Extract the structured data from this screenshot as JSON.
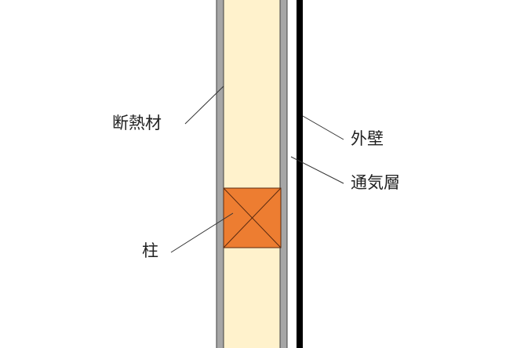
{
  "labels": {
    "insulation": "断熱材",
    "exterior_wall": "外壁",
    "air_layer": "通気層",
    "column": "柱"
  },
  "colors": {
    "board": "#a6a6a6",
    "insulation": "#fff2cc",
    "column": "#ed7d31",
    "exterior_wall": "#000000"
  }
}
